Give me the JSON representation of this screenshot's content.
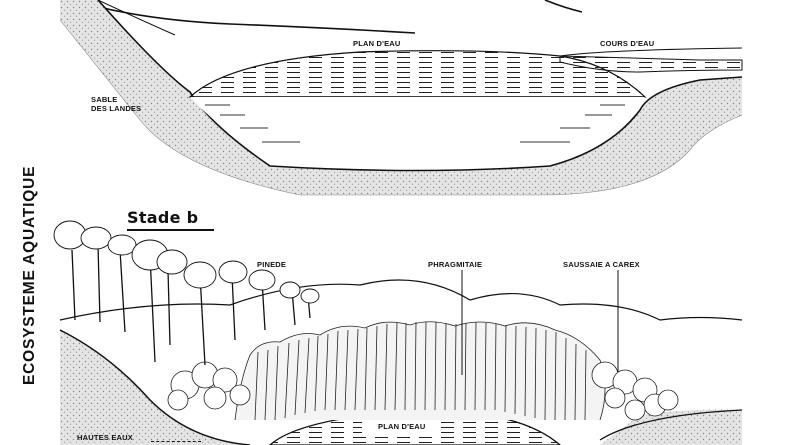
{
  "side_title": "ECOSYSTEME AQUATIQUE",
  "stage_b": {
    "heading": "Stade b",
    "labels": {
      "pinede": "PINEDE",
      "phragmitaie": "PHRAGMITAIE",
      "saussaie": "SAUSSAIE A CAREX",
      "hautes_eaux": "HAUTES EAUX",
      "plan_eau": "PLAN D'EAU"
    }
  },
  "stage_a": {
    "labels": {
      "plan_eau": "PLAN D'EAU",
      "cours_eau": "COURS D'EAU",
      "sable_line1": "SABLE",
      "sable_line2": "DES LANDES"
    }
  }
}
